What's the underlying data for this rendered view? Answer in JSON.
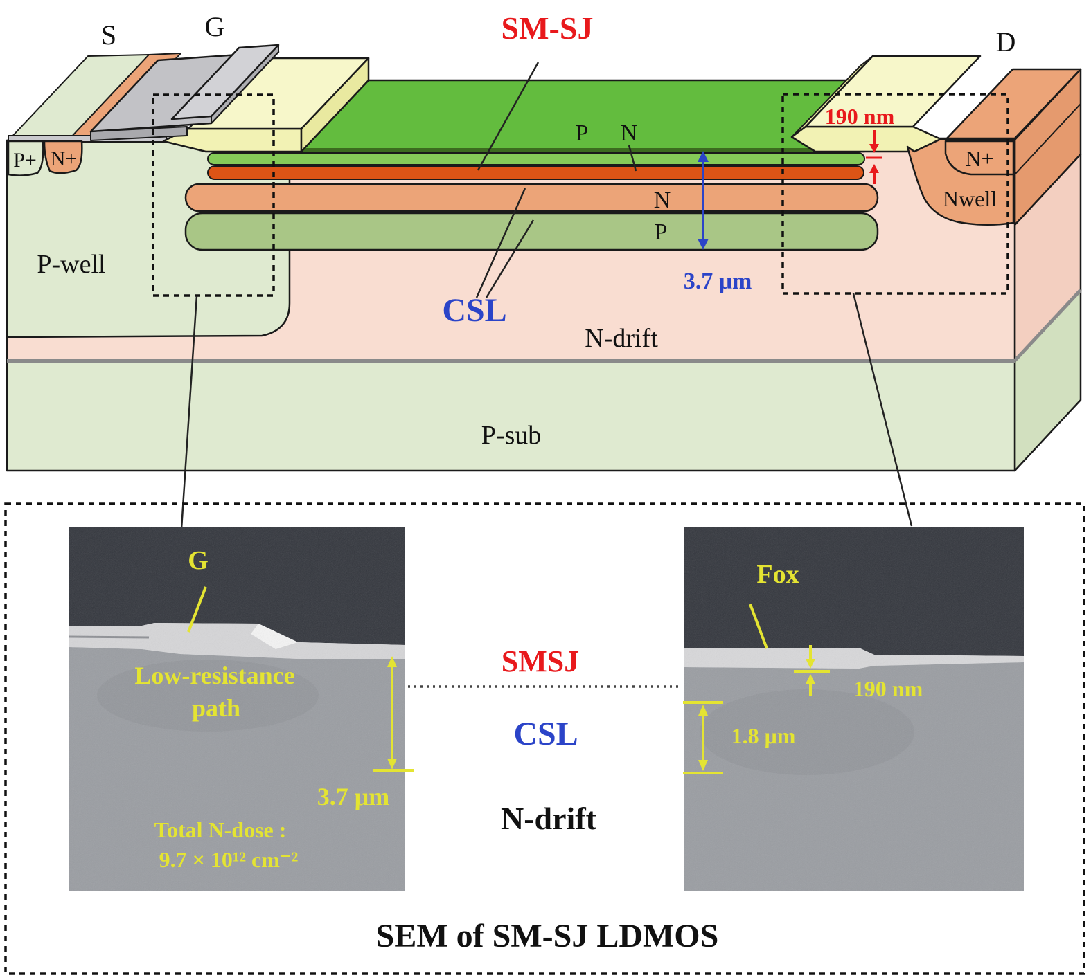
{
  "figure": {
    "top_diagram": {
      "title": "SM-SJ",
      "terminals": {
        "source": "S",
        "gate": "G",
        "drain": "D"
      },
      "regions": {
        "p_plus": "P+",
        "n_plus_source": "N+",
        "p_well": "P-well",
        "n_drift": "N-drift",
        "p_sub": "P-sub",
        "n_plus_drain": "N+",
        "nwell": "Nwell"
      },
      "layers": {
        "surface_p": "P",
        "surface_n": "N",
        "csl_n": "N",
        "csl_p": "P",
        "csl": "CSL"
      },
      "dimensions": {
        "oxide_step": "190 nm",
        "sj_depth": "3.7 μm"
      }
    },
    "sem_panel": {
      "caption": "SEM of SM-SJ LDMOS",
      "left_sem": {
        "gate": "G",
        "low_resistance_line1": "Low-resistance",
        "low_resistance_line2": "path",
        "depth": "3.7 μm",
        "dose_line1": "Total N-dose :",
        "dose_line2": "9.7 × 10¹² cm⁻²"
      },
      "middle": {
        "smsj": "SMSJ",
        "csl": "CSL",
        "n_drift": "N-drift"
      },
      "right_sem": {
        "fox": "Fox",
        "fox_thickness": "190 nm",
        "csl_depth": "1.8 μm"
      }
    },
    "colors": {
      "red": "#e8191c",
      "blue": "#2b44c8",
      "annotation_yellow": "#e4e432",
      "surface_p_green": "#63bc3e",
      "surface_p_strip": "#85cb58",
      "surface_n_orange": "#dc5416",
      "salmon": "#eca478",
      "csl_p_green": "#a9c686",
      "n_drift_pink": "#f9ddd1",
      "p_region_green": "#dfead0",
      "fox_yellow": "#f2f2b4",
      "gate_gray": "#c2c2c6",
      "sem_dark": "#33363d",
      "sem_gray": "#9a9da2"
    }
  }
}
